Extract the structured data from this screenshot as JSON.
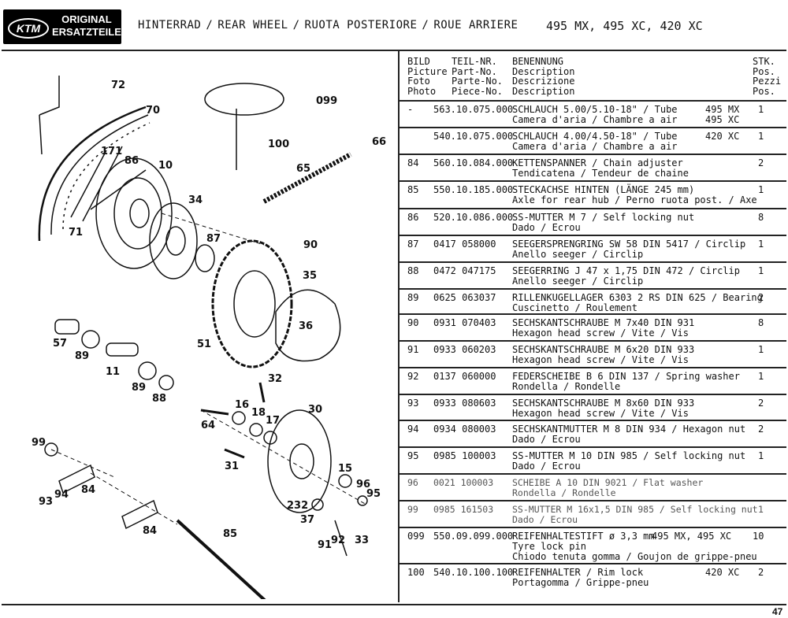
{
  "logo": {
    "brand": "KTM",
    "line1": "ORIGINAL",
    "line2": "ERSATZTEILE"
  },
  "header": {
    "titles": [
      "HINTERRAD",
      "REAR WHEEL",
      "RUOTA POSTERIORE",
      "ROUE ARRIERE"
    ],
    "models": "495 MX, 495 XC, 420 XC"
  },
  "columns": {
    "bild": [
      "BILD",
      "Picture",
      "Foto",
      "Photo"
    ],
    "teil": [
      "TEIL-NR.",
      "Part-No.",
      "Parte-No.",
      "Piece-No."
    ],
    "benennung": [
      "BENENNUNG",
      "Description",
      "Descrizione",
      "Description"
    ],
    "stk": [
      "STK.",
      "Pos.",
      "Pezzi",
      "Pos."
    ]
  },
  "rows": [
    {
      "bild": "-",
      "part": "563.10.075.000",
      "desc": [
        "SCHLAUCH 5.00/5.10-18\" / Tube",
        "Camera d'aria / Chambre a air"
      ],
      "models": [
        "495 MX",
        "495 XC"
      ],
      "qty": "1",
      "h": 32
    },
    {
      "bild": "",
      "part": "540.10.075.000",
      "desc": [
        "SCHLAUCH 4.00/4.50-18\" / Tube",
        "Camera d'aria / Chambre a air"
      ],
      "models": [
        "420 XC"
      ],
      "qty": "1",
      "h": 32
    },
    {
      "bild": "84",
      "part": "560.10.084.000",
      "desc": [
        "KETTENSPANNER / Chain adjuster",
        "Tendicatena / Tendeur de chaine"
      ],
      "models": [],
      "qty": "2",
      "h": 32
    },
    {
      "bild": "85",
      "part": "550.10.185.000",
      "desc": [
        "STECKACHSE HINTEN (LÄNGE 245 mm)",
        "Axle for rear hub / Perno ruota post. / Axe"
      ],
      "models": [],
      "qty": "1",
      "h": 33
    },
    {
      "bild": "86",
      "part": "520.10.086.000",
      "desc": [
        "SS-MUTTER M 7 / Self locking nut",
        "Dado / Ecrou"
      ],
      "models": [],
      "qty": "8",
      "h": 32
    },
    {
      "bild": "87",
      "part": "0417 058000",
      "desc": [
        "SEEGERSPRENGRING SW 58 DIN 5417 / Circlip",
        "Anello seeger / Circlip"
      ],
      "models": [],
      "qty": "1",
      "h": 32
    },
    {
      "bild": "88",
      "part": "0472 047175",
      "desc": [
        "SEEGERRING J 47 x 1,75 DIN 472 / Circlip",
        "Anello seeger / Circlip"
      ],
      "models": [],
      "qty": "1",
      "h": 32
    },
    {
      "bild": "89",
      "part": "0625 063037",
      "desc": [
        "RILLENKUGELLAGER 6303 2 RS DIN 625 / Bearing",
        "Cuscinetto / Roulement"
      ],
      "models": [],
      "qty": "2",
      "h": 30
    },
    {
      "bild": "90",
      "part": "0931 070403",
      "desc": [
        "SECHSKANTSCHRAUBE M 7x40 DIN 931",
        "Hexagon head screw / Vite / Vis"
      ],
      "models": [],
      "qty": "8",
      "h": 32
    },
    {
      "bild": "91",
      "part": "0933 060203",
      "desc": [
        "SECHSKANTSCHRAUBE M 6x20 DIN 933",
        "Hexagon head screw / Vite / Vis"
      ],
      "models": [],
      "qty": "1",
      "h": 32
    },
    {
      "bild": "92",
      "part": "0137 060000",
      "desc": [
        "FEDERSCHEIBE B 6 DIN 137 / Spring washer",
        "Rondella / Rondelle"
      ],
      "models": [],
      "qty": "1",
      "h": 32
    },
    {
      "bild": "93",
      "part": "0933 080603",
      "desc": [
        "SECHSKANTSCHRAUBE M 8x60 DIN 933",
        "Hexagon head screw / Vite / Vis"
      ],
      "models": [],
      "qty": "2",
      "h": 31
    },
    {
      "bild": "94",
      "part": "0934 080003",
      "desc": [
        "SECHSKANTMUTTER M 8 DIN 934 / Hexagon nut",
        "Dado / Ecrou"
      ],
      "models": [],
      "qty": "2",
      "h": 32
    },
    {
      "bild": "95",
      "part": "0985 100003",
      "desc": [
        "SS-MUTTER M 10 DIN 985 / Self locking nut",
        "Dado / Ecrou"
      ],
      "models": [],
      "qty": "1",
      "h": 32,
      "faint": false
    },
    {
      "bild": "96",
      "part": "0021 100003",
      "desc": [
        "SCHEIBE A 10 DIN 9021 / Flat washer",
        "Rondella / Rondelle"
      ],
      "models": [],
      "qty": "",
      "h": 32,
      "faint": true
    },
    {
      "bild": "99",
      "part": "0985 161503",
      "desc": [
        "SS-MUTTER M 16x1,5 DIN 985 / Self locking nut",
        "Dado / Ecrou"
      ],
      "models": [],
      "qty": "1",
      "h": 32,
      "faint": true
    },
    {
      "bild": "099",
      "part": "550.09.099.000",
      "desc": [
        "REIFENHALTESTIFT ø 3,3 mm",
        "Tyre lock pin",
        "Chiodo tenuta gomma / Goujon de grippe-pneu"
      ],
      "models": [
        "495 MX, 495 XC"
      ],
      "qty": "10",
      "h": 44
    },
    {
      "bild": "100",
      "part": "540.10.100.100",
      "desc": [
        "REIFENHALTER / Rim lock",
        "Portagomma / Grippe-pneu"
      ],
      "models": [
        "420 XC"
      ],
      "qty": "2",
      "h": 34
    }
  ],
  "callouts": [
    "72",
    "70",
    "099",
    "100",
    "66",
    "171",
    "86",
    "10",
    "65",
    "34",
    "71",
    "87",
    "90",
    "35",
    "36",
    "57",
    "89",
    "11",
    "51",
    "89",
    "88",
    "32",
    "30",
    "16",
    "18",
    "17",
    "64",
    "99",
    "31",
    "15",
    "96",
    "95",
    "94",
    "84",
    "93",
    "232",
    "37",
    "84",
    "85",
    "92",
    "33",
    "91"
  ],
  "page_number": "47"
}
